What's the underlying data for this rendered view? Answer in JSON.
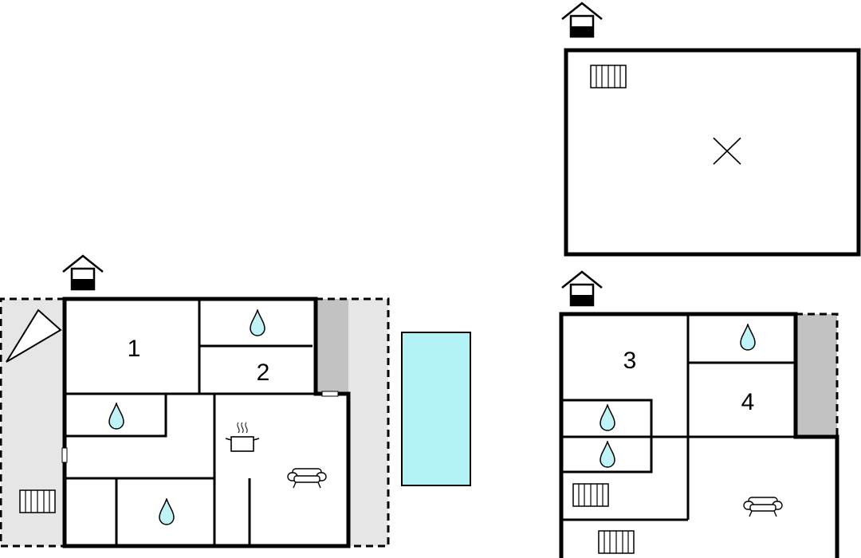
{
  "rooms": [
    {
      "id": "room-1",
      "label": "1"
    },
    {
      "id": "room-2",
      "label": "2"
    },
    {
      "id": "room-3",
      "label": "3"
    },
    {
      "id": "room-4",
      "label": "4"
    }
  ],
  "icons": {
    "floor_level": "house-level-icon",
    "bathroom": "water-drop-icon",
    "kitchen": "cooking-pot-icon",
    "living": "sofa-icon",
    "heating": "radiator-icon",
    "pool": "pool-icon",
    "storage": "cross-icon",
    "garden": "terrace-area"
  },
  "colors": {
    "wall": "#000000",
    "pool": "#b3f3f6",
    "terrace": "#e6e6e6",
    "annex": "#c2c2c2",
    "water": "#bff3f7"
  }
}
